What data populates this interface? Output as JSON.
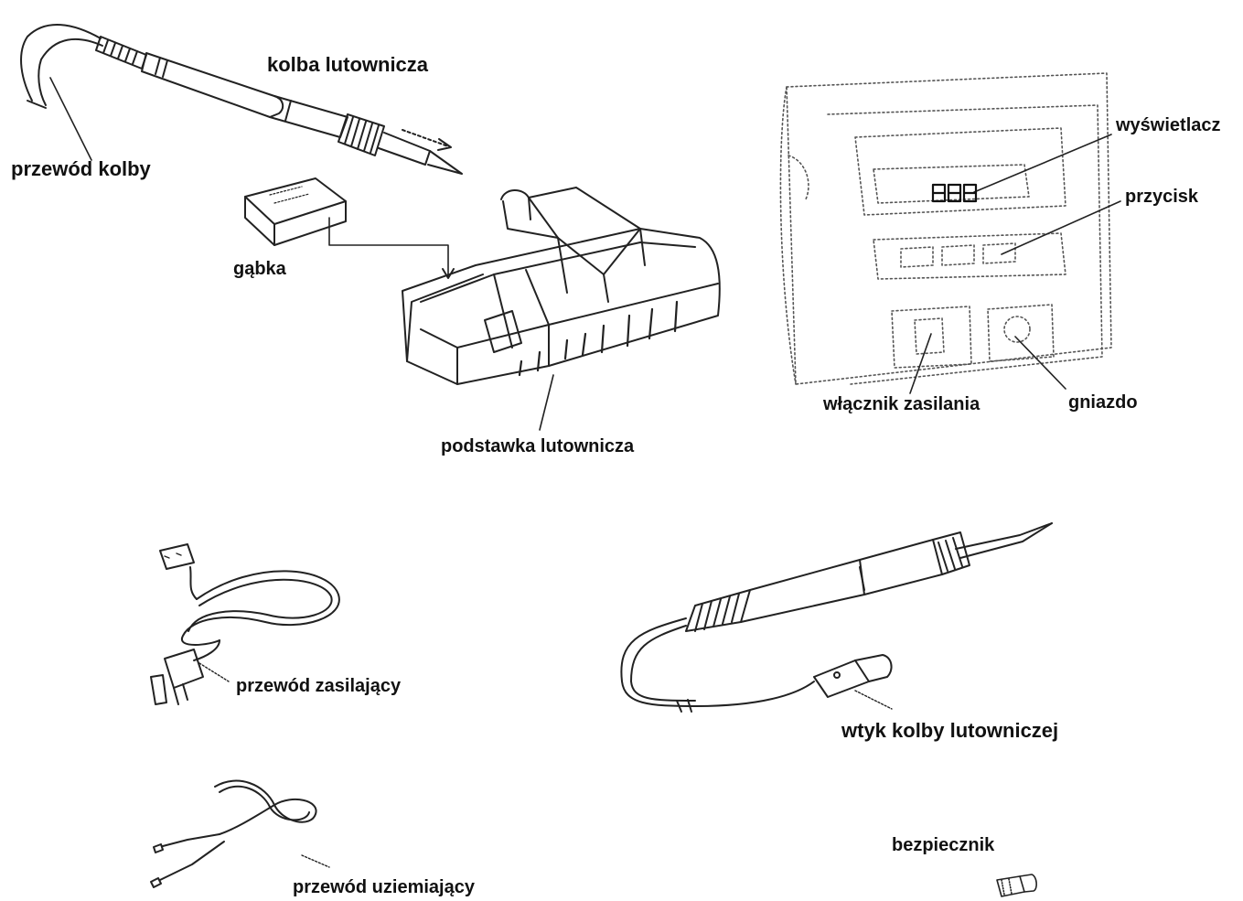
{
  "labels": {
    "kolba": "kolba lutownicza",
    "przewod_kolby": "przewód kolby",
    "gabka": "gąbka",
    "podstawka": "podstawka lutownicza",
    "wyswietlacz": "wyświetlacz",
    "przycisk": "przycisk",
    "wlacznik": "włącznik zasilania",
    "gniazdo": "gniazdo",
    "przewod_zasilajacy": "przewód zasilający",
    "wtyk": "wtyk kolby lutowniczej",
    "bezpiecznik": "bezpiecznik",
    "przewod_uziemiajacy": "przewód uziemiający"
  },
  "display_readout": "888",
  "colors": {
    "ink": "#111111",
    "line": "#222222",
    "dotted": "#555555"
  }
}
